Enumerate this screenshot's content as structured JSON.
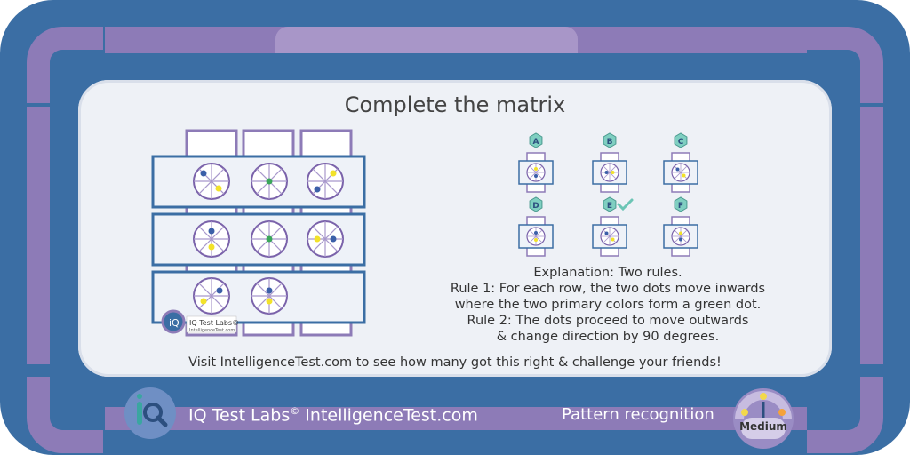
{
  "title": "Complete the matrix",
  "matrix": {
    "logo_text": "IQ Test Labs©",
    "logo_subtext": "IntelligenceTest.com"
  },
  "options": [
    {
      "label": "A"
    },
    {
      "label": "B"
    },
    {
      "label": "C"
    },
    {
      "label": "D"
    },
    {
      "label": "E",
      "correct": true
    },
    {
      "label": "F"
    }
  ],
  "explanation": [
    "Explanation: Two rules.",
    "Rule 1: For each row, the two dots move inwards",
    "where the two primary colors form a green dot.",
    "Rule 2: The dots proceed to move outwards",
    "& change direction by 90 degrees."
  ],
  "visit_text": "Visit IntelligenceTest.com to see how many got this right & challenge your friends!",
  "footer": {
    "brand": "IQ Test Labs",
    "brand_mark": "©",
    "site": "IntelligenceTest.com",
    "category": "Pattern recognition",
    "difficulty": "Medium"
  },
  "colors": {
    "frame": "#3b6ea4",
    "accent_purple": "#8d7bb7",
    "row_border": "#3b6ea4",
    "dot_blue": "#3b5fa8",
    "dot_yellow": "#f2e22a",
    "dot_green": "#3aa65a",
    "check": "#6cc5b5"
  }
}
